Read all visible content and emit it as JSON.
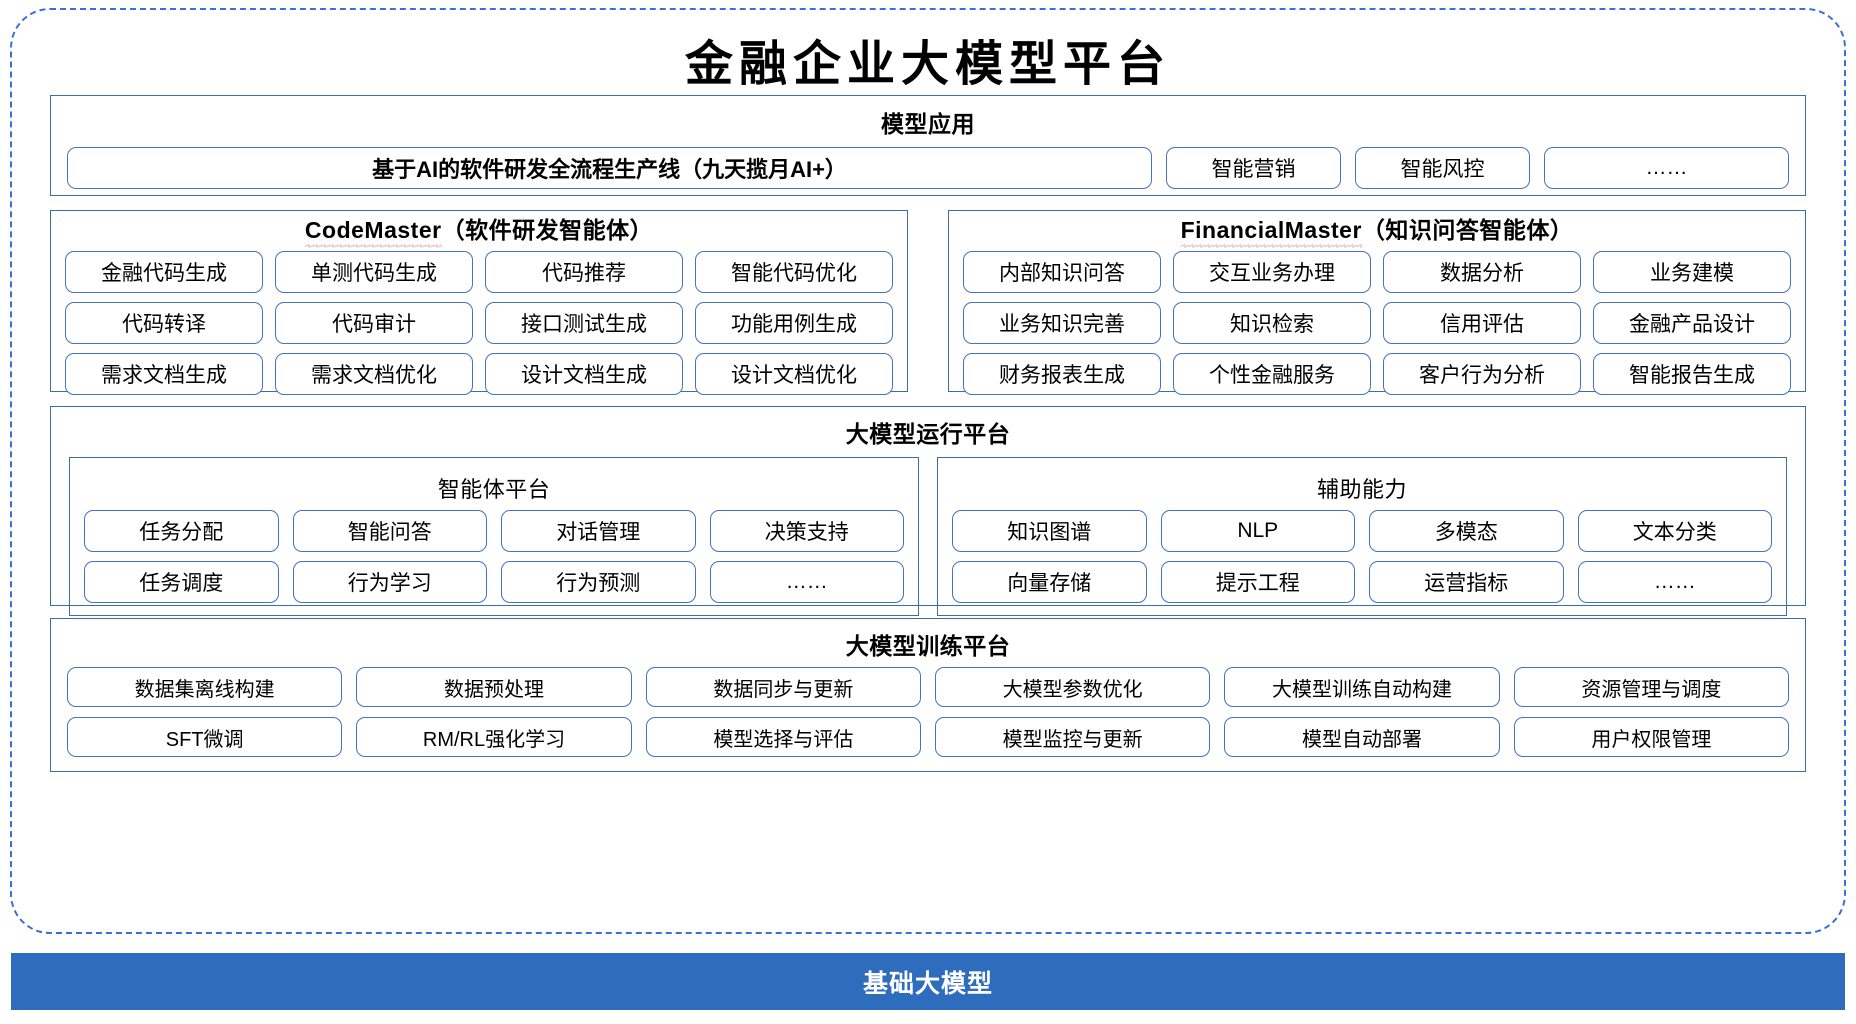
{
  "title": "金融企业大模型平台",
  "colors": {
    "accent_blue": "#2e6cbe",
    "chip_border": "#4472c4",
    "panel_border": "#3a6fa8",
    "frame_dash": "#3a6fd8",
    "spellcheck_red": "#e03030"
  },
  "sections": {
    "application": {
      "title": "模型应用",
      "main_item": "基于AI的软件研发全流程生产线（九天揽月AI+）",
      "items": [
        "智能营销",
        "智能风控"
      ],
      "ellipsis": "……"
    },
    "code_master": {
      "name": "CodeMaster",
      "suffix": "（软件研发智能体）",
      "items": [
        "金融代码生成",
        "单测代码生成",
        "代码推荐",
        "智能代码优化",
        "代码转译",
        "代码审计",
        "接口测试生成",
        "功能用例生成",
        "需求文档生成",
        "需求文档优化",
        "设计文档生成",
        "设计文档优化"
      ]
    },
    "financial_master": {
      "name": "FinancialMaster",
      "suffix": "（知识问答智能体）",
      "items": [
        "内部知识问答",
        "交互业务办理",
        "数据分析",
        "业务建模",
        "业务知识完善",
        "知识检索",
        "信用评估",
        "金融产品设计",
        "财务报表生成",
        "个性金融服务",
        "客户行为分析",
        "智能报告生成"
      ]
    },
    "runtime": {
      "title": "大模型运行平台",
      "agent_platform": {
        "title": "智能体平台",
        "items": [
          "任务分配",
          "智能问答",
          "对话管理",
          "决策支持",
          "任务调度",
          "行为学习",
          "行为预测",
          "……"
        ]
      },
      "support_ability": {
        "title": "辅助能力",
        "items": [
          "知识图谱",
          "NLP",
          "多模态",
          "文本分类",
          "向量存储",
          "提示工程",
          "运营指标",
          "……"
        ]
      }
    },
    "training": {
      "title": "大模型训练平台",
      "items": [
        "数据集离线构建",
        "数据预处理",
        "数据同步与更新",
        "大模型参数优化",
        "大模型训练自动构建",
        "资源管理与调度",
        "SFT微调",
        "RM/RL强化学习",
        "模型选择与评估",
        "模型监控与更新",
        "模型自动部署",
        "用户权限管理"
      ]
    },
    "foundation": {
      "label": "基础大模型"
    }
  }
}
